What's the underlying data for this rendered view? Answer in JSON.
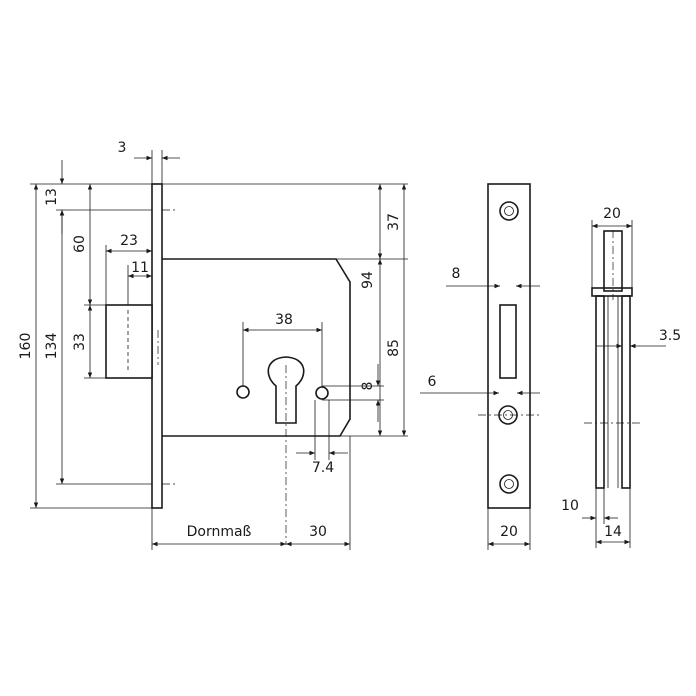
{
  "dimensions": {
    "plate_thickness": "3",
    "top_offset": "13",
    "latch_top": "60",
    "latch_width": "23",
    "latch_offset": "11",
    "latch_height": "33",
    "total_height": "160",
    "screw_spacing": "134",
    "upper_case": "37",
    "case_height": "94",
    "case_body": "85",
    "cylinder_spacing": "38",
    "keyhole_height": "8",
    "keyhole_offset": "7.4",
    "backset_label": "Dornmaß",
    "backset_right": "30",
    "faceplate_slot": "8",
    "faceplate_hole": "6",
    "faceplate_width": "20",
    "side_top": "20",
    "side_thickness": "3.5",
    "side_bottom_left": "10",
    "side_bottom_width": "14"
  }
}
